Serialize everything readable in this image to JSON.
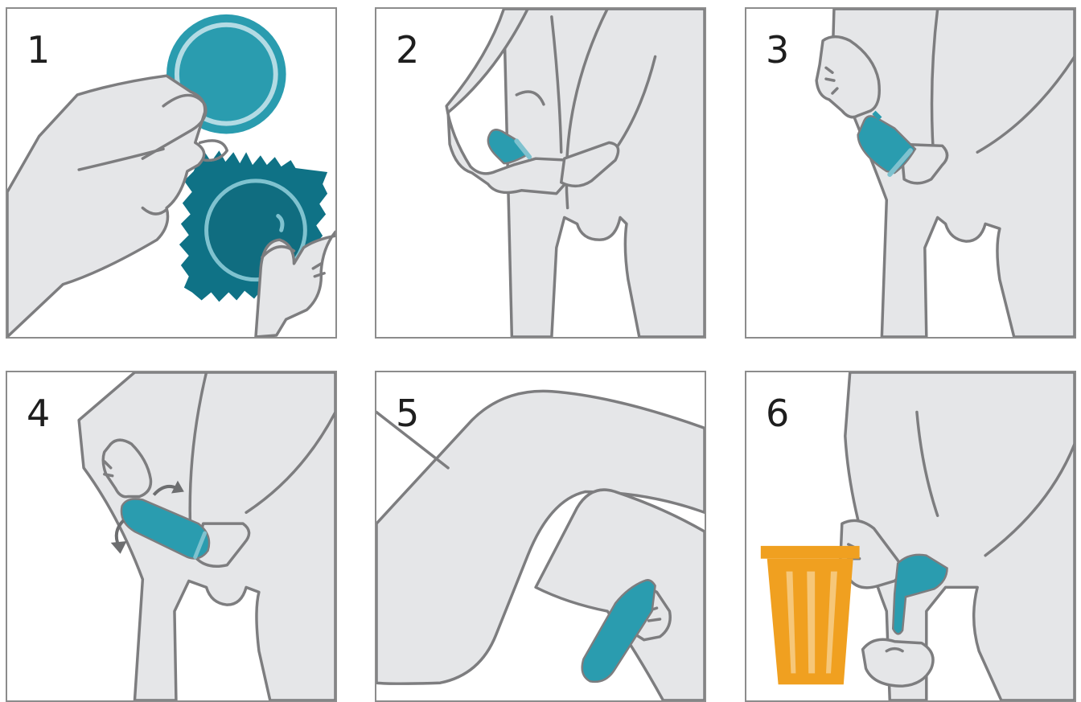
{
  "steps": [
    {
      "number": "1"
    },
    {
      "number": "2"
    },
    {
      "number": "3"
    },
    {
      "number": "4"
    },
    {
      "number": "5"
    },
    {
      "number": "6"
    }
  ],
  "colors": {
    "condom": "#2a9caf",
    "wrapper": "#0f7286",
    "ring": "#b3dbe4",
    "skin": "#e5e6e8",
    "outline": "#7d7d7f",
    "bin": "#f0a020",
    "bin_stripe": "#f6c779"
  }
}
